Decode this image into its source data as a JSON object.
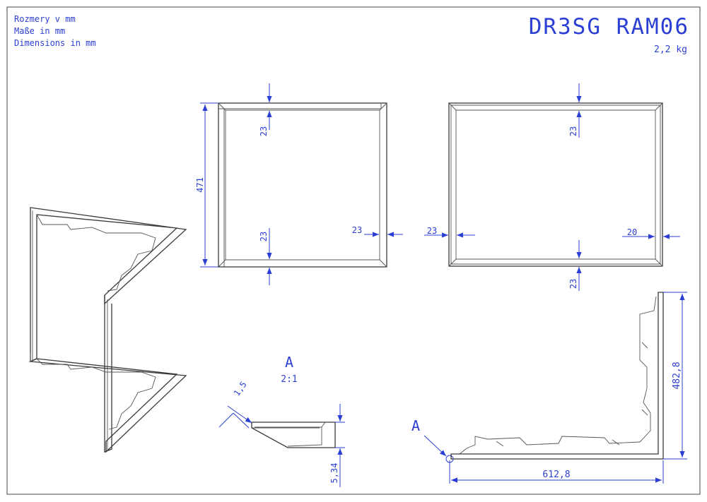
{
  "header": {
    "units_lines": [
      "Rozmery v mm",
      "Maße in mm",
      "Dimensions in mm"
    ],
    "part_code": "DR3SG RAM06",
    "weight": "2,2 kg"
  },
  "front_view": {
    "height_dim": "471",
    "top_rail_dim": "23",
    "bottom_rail_dim": "23",
    "right_stile_dim": "23"
  },
  "back_view": {
    "top_rail_dim": "23",
    "left_stile_dim": "23",
    "right_stile_dim": "20",
    "bottom_rail_dim": "23"
  },
  "detail_a": {
    "label": "A",
    "scale": "2:1",
    "thickness_dim": "1,5",
    "height_dim": "5,34"
  },
  "side_view": {
    "detail_ref": "A",
    "width_dim": "612,8",
    "height_dim": "482,8"
  },
  "colors": {
    "dimension": "#2c3fd4",
    "outline": "#3a3a3a"
  }
}
